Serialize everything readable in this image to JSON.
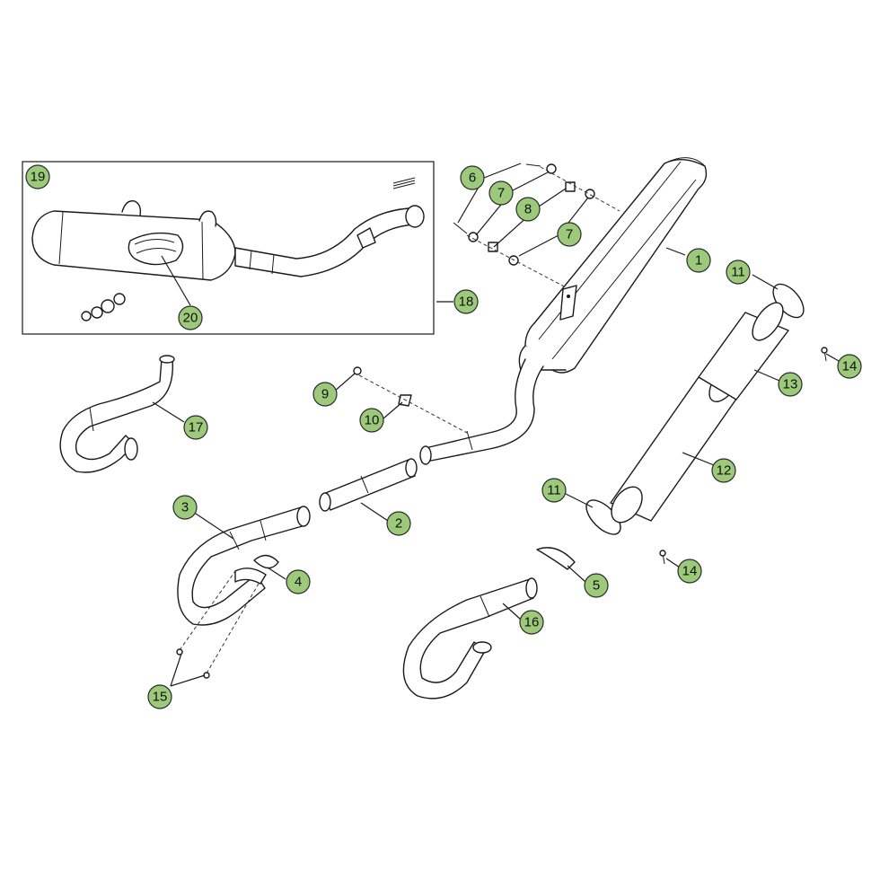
{
  "diagram": {
    "callouts": [
      {
        "id": "c1",
        "label": "1"
      },
      {
        "id": "c2",
        "label": "2"
      },
      {
        "id": "c3",
        "label": "3"
      },
      {
        "id": "c4",
        "label": "4"
      },
      {
        "id": "c5",
        "label": "5"
      },
      {
        "id": "c6",
        "label": "6"
      },
      {
        "id": "c7a",
        "label": "7"
      },
      {
        "id": "c7b",
        "label": "7"
      },
      {
        "id": "c8",
        "label": "8"
      },
      {
        "id": "c9",
        "label": "9"
      },
      {
        "id": "c10",
        "label": "10"
      },
      {
        "id": "c11a",
        "label": "11"
      },
      {
        "id": "c11b",
        "label": "11"
      },
      {
        "id": "c12",
        "label": "12"
      },
      {
        "id": "c13",
        "label": "13"
      },
      {
        "id": "c14a",
        "label": "14"
      },
      {
        "id": "c14b",
        "label": "14"
      },
      {
        "id": "c15",
        "label": "15"
      },
      {
        "id": "c16",
        "label": "16"
      },
      {
        "id": "c17",
        "label": "17"
      },
      {
        "id": "c18",
        "label": "18"
      },
      {
        "id": "c19",
        "label": "19"
      },
      {
        "id": "c20",
        "label": "20"
      }
    ],
    "colors": {
      "callout_fill": "#9cc97a",
      "line": "#1a1a1a",
      "background": "#ffffff"
    }
  }
}
